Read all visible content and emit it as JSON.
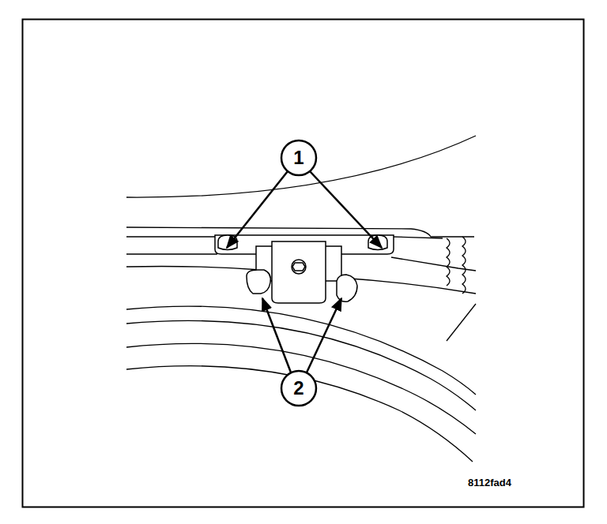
{
  "diagram": {
    "labels": [
      "1",
      "2",
      "8112fad4"
    ]
  }
}
